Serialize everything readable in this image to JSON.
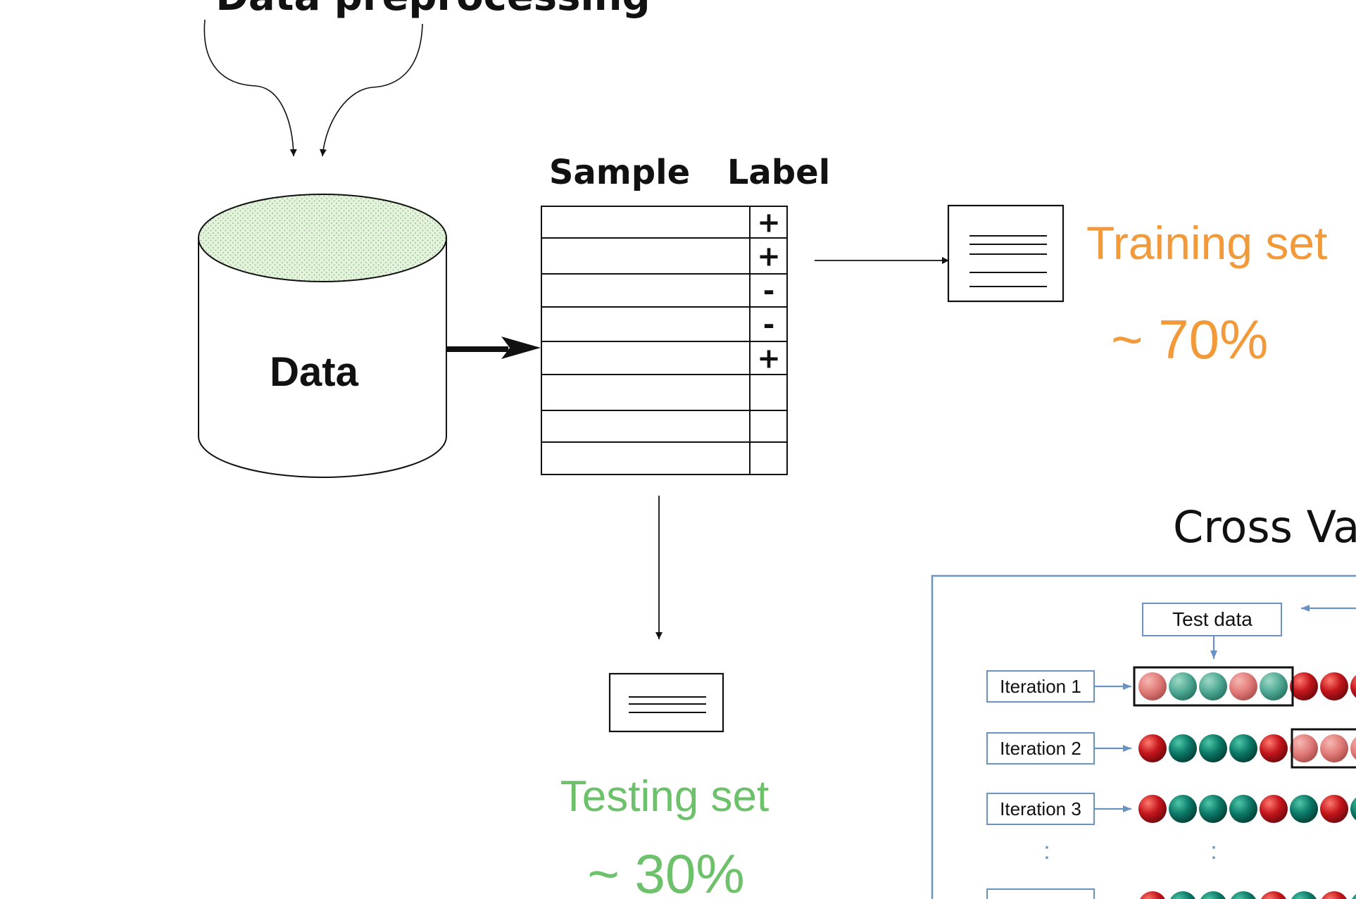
{
  "top_title": "Data preprocessing",
  "database": {
    "label": "Data"
  },
  "table": {
    "sample_header": "Sample",
    "label_header": "Label",
    "labels": [
      "+",
      "+",
      "-",
      "-",
      "+",
      "",
      "",
      ""
    ]
  },
  "training": {
    "title": "Training set",
    "percent": "~ 70%"
  },
  "testing": {
    "title": "Testing set",
    "percent": "~ 30%"
  },
  "cross_validation": {
    "title": "Cross Va",
    "test_data_label": "Test data",
    "iterations": [
      "Iteration 1",
      "Iteration 2",
      "Iteration 3"
    ],
    "dots": ":",
    "rows": [
      [
        "pink",
        "teal",
        "teal",
        "pink",
        "teal",
        "red",
        "red",
        "red"
      ],
      [
        "red",
        "teal",
        "teal",
        "teal",
        "red",
        "pink",
        "pink",
        "pink"
      ],
      [
        "red",
        "teal",
        "teal",
        "teal",
        "red",
        "teal",
        "red",
        "teal"
      ]
    ]
  },
  "colors": {
    "orange": "#f29a3a",
    "green": "#6cc16a",
    "blue_frame": "#6a93c4",
    "ball_red": "#c4161c",
    "ball_pink": "#e07a78",
    "ball_teal": "#0c7a68",
    "ball_teal_light": "#4ea894"
  }
}
